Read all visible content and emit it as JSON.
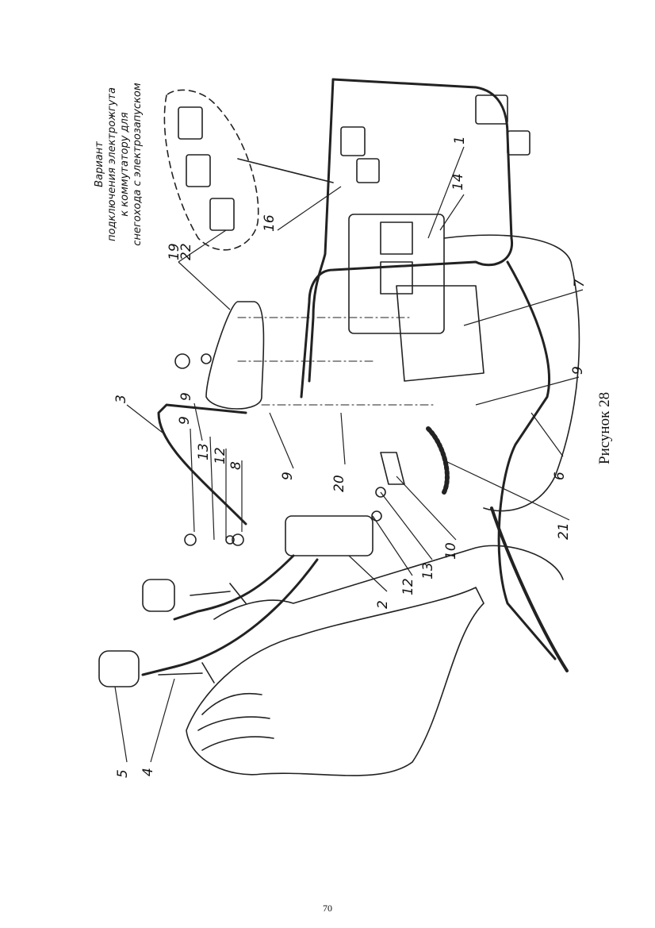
{
  "figure": {
    "caption": "Рисунок 28",
    "page_number": "70",
    "note_lines": [
      "Вариант",
      "подключения электрожгута",
      "к коммутатору для",
      "снегохода с электрозапуском"
    ],
    "callouts": [
      "1",
      "2",
      "3",
      "4",
      "5",
      "6",
      "7",
      "8",
      "9",
      "9",
      "9",
      "9",
      "10",
      "12",
      "12",
      "13",
      "13",
      "14",
      "16",
      "19",
      "20",
      "21",
      "22"
    ]
  }
}
